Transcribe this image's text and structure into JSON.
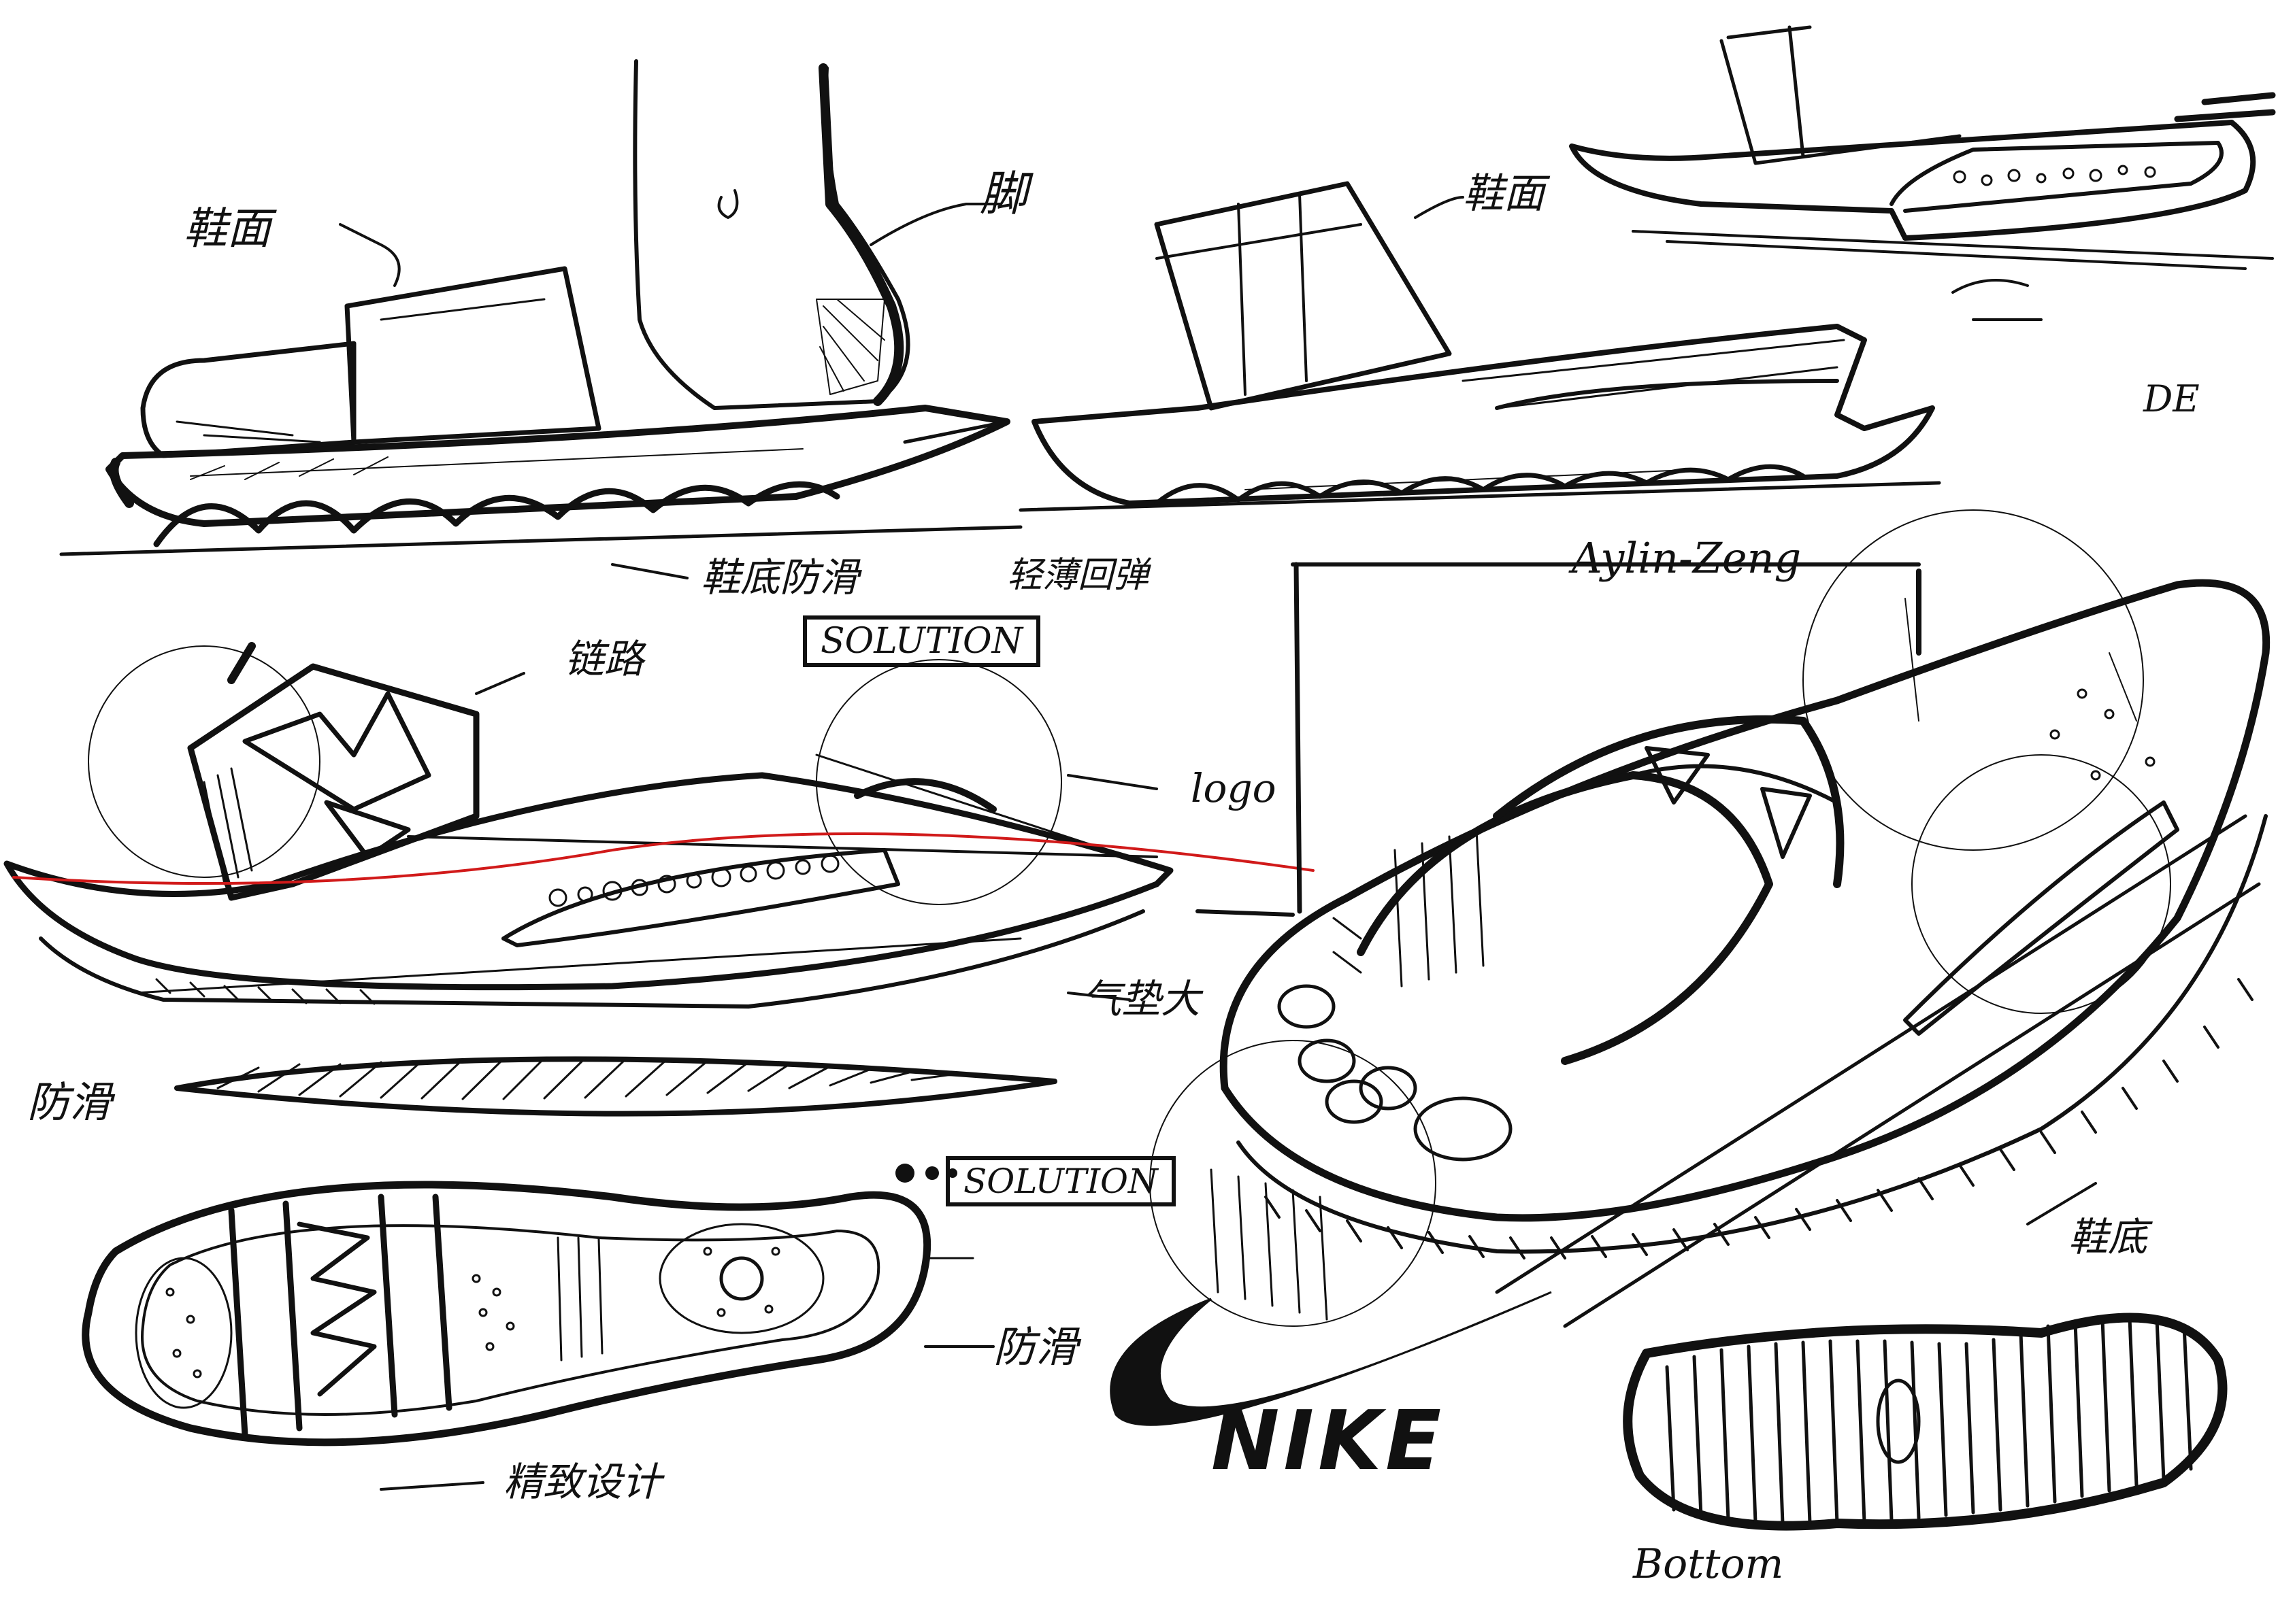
{
  "colors": {
    "ink": "#111111",
    "accent": "#d11a1a",
    "paper": "#ffffff"
  },
  "annotations": {
    "upper_left_a": "鞋面",
    "upper_left_b": "脚",
    "upper_mid": "鞋面",
    "sole_grip": "鞋底防滑",
    "sole_grip_b": "轻薄回弹",
    "boxed_top": "SOLUTION",
    "side_right": "DE",
    "signature": "Aylin-Zeng",
    "strap": "链路",
    "swoosh_note": "logo",
    "cushion": "气垫大",
    "side_left": "防滑",
    "boxed_mid": "SOLUTION",
    "bottom_mid": "防滑",
    "bottom_left": "精致设计",
    "right_lower": "鞋底",
    "outsole_label": "Bottom"
  },
  "brand": {
    "logo_text": "NIKE",
    "logo_icon": "swoosh-logo-icon"
  }
}
